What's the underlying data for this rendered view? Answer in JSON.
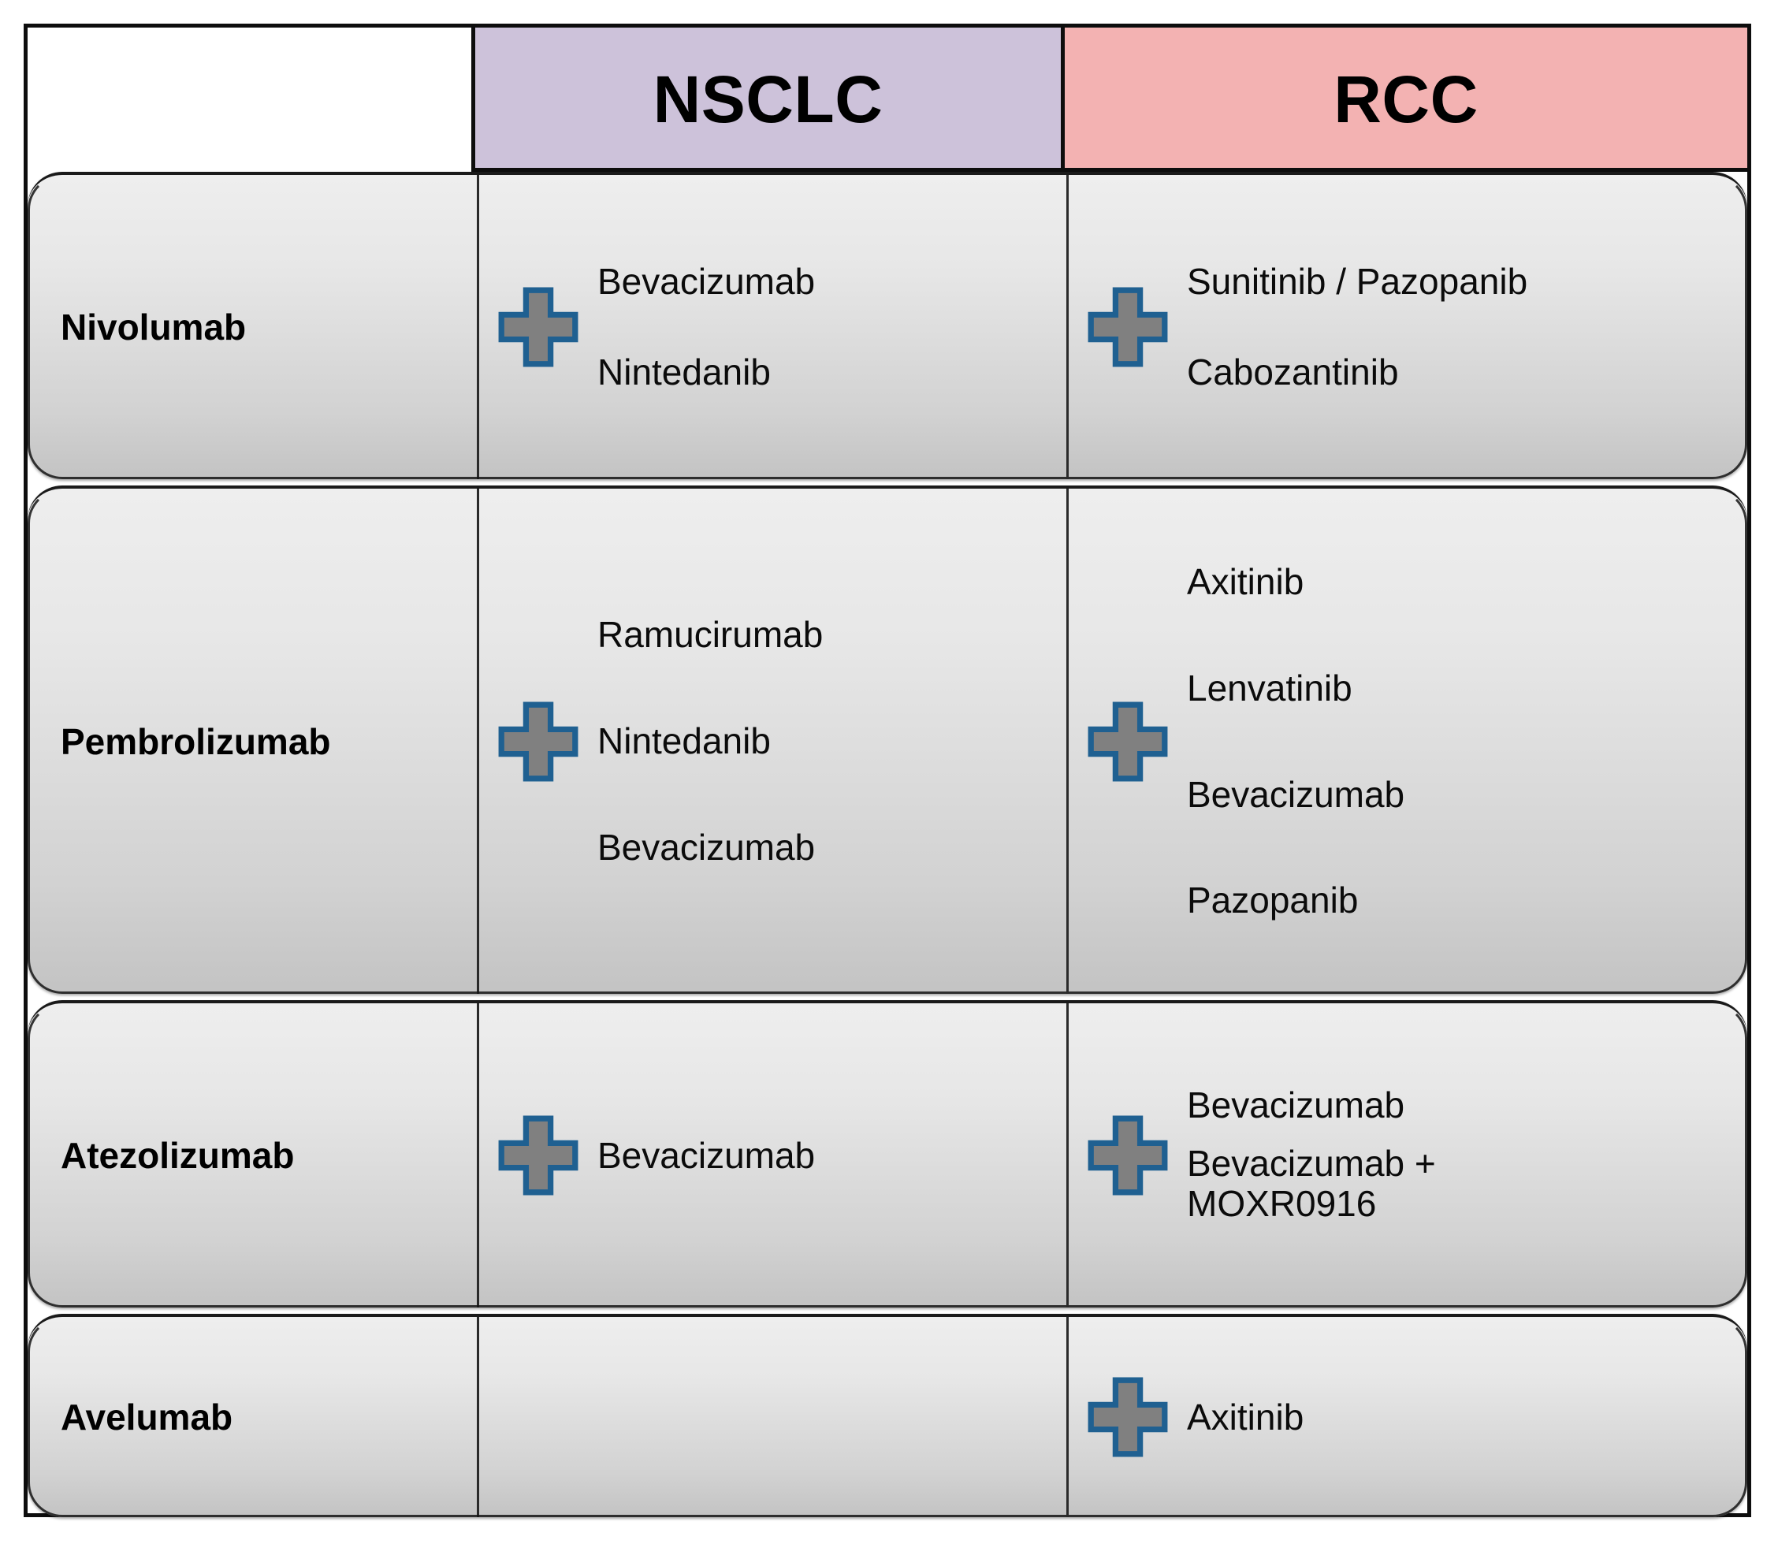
{
  "table": {
    "columns": [
      {
        "key": "drug",
        "label": ""
      },
      {
        "key": "nsclc",
        "label": "NSCLC",
        "color": "#cdc2da"
      },
      {
        "key": "rcc",
        "label": "RCC",
        "color": "#f3b2b2"
      }
    ],
    "icon": {
      "name": "plus-icon",
      "fill": "#808080",
      "stroke": "#1f6091"
    },
    "rows": [
      {
        "drug": "Nivolumab",
        "nsclc": {
          "has_plus": true,
          "agents": [
            "Bevacizumab",
            "Nintedanib"
          ]
        },
        "rcc": {
          "has_plus": true,
          "agents": [
            "Sunitinib / Pazopanib",
            "Cabozantinib"
          ]
        }
      },
      {
        "drug": "Pembrolizumab",
        "nsclc": {
          "has_plus": true,
          "agents": [
            "Ramucirumab",
            "Nintedanib",
            "Bevacizumab"
          ]
        },
        "rcc": {
          "has_plus": true,
          "agents": [
            "Axitinib",
            "Lenvatinib",
            "Bevacizumab",
            "Pazopanib"
          ]
        }
      },
      {
        "drug": "Atezolizumab",
        "nsclc": {
          "has_plus": true,
          "agents": [
            "Bevacizumab"
          ]
        },
        "rcc": {
          "has_plus": true,
          "agents": [
            "Bevacizumab",
            "Bevacizumab + MOXR0916"
          ]
        }
      },
      {
        "drug": "Avelumab",
        "nsclc": {
          "has_plus": false,
          "agents": []
        },
        "rcc": {
          "has_plus": true,
          "agents": [
            "Axitinib"
          ]
        }
      }
    ]
  }
}
